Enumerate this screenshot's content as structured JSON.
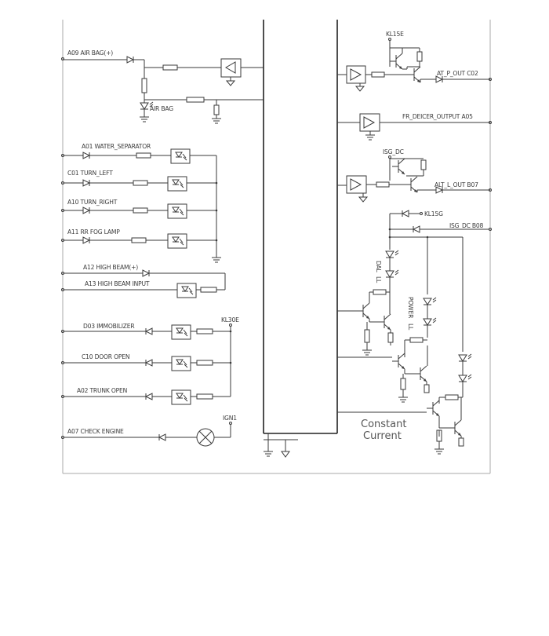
{
  "left_labels": {
    "a09": "A09 AIR BAG(+)",
    "airbag": "AIR BAG",
    "a01": "A01 WATER_SEPARATOR",
    "c01": "C01 TURN_LEFT",
    "a10": "A10 TURN_RIGHT",
    "a11": "A11 RR FOG LAMP",
    "a12": "A12 HIGH BEAM(+)",
    "a13": "A13 HIGH BEAM INPUT",
    "d03": "D03 IMMOBILIZER",
    "c10": "C10 DOOR OPEN",
    "a02": "A02 TRUNK OPEN",
    "kl30e": "KL30E",
    "ign1": "IGN1",
    "a07": "A07 CHECK ENGINE"
  },
  "right_labels": {
    "kl15e": "KL15E",
    "c02": "AT_P_OUT C02",
    "a05": "FR_DEICER_OUTPUT A05",
    "isg_dc_top": "ISG_DC",
    "b07": "ALT_L_OUT B07",
    "kl15g": "KL15G",
    "b08": "ISG_DC B08",
    "dal": "DAL",
    "power": "POWER",
    "ll": "LL",
    "ll2": "LL",
    "constant": "Constant",
    "current": "Current"
  },
  "colors": {
    "line": "#3a3a3a",
    "frame": "#a8a8a8",
    "background": "#ffffff"
  }
}
